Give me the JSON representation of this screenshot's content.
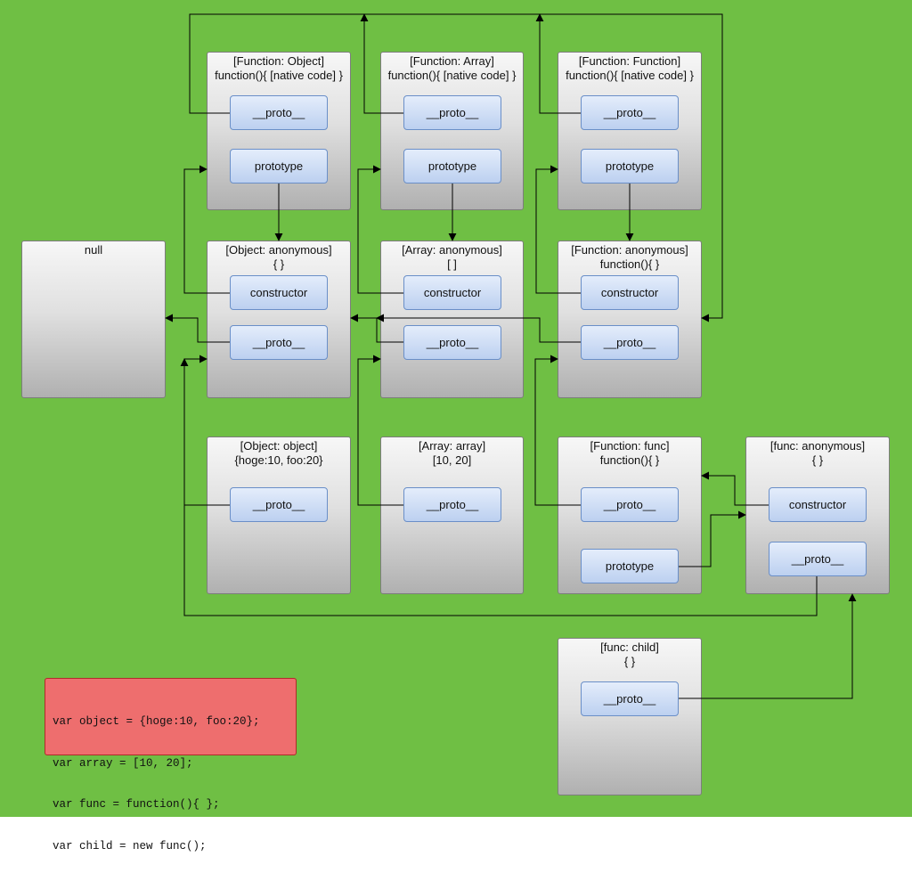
{
  "objects": {
    "func_object": {
      "line1": "[Function: Object]",
      "line2": "function(){ [native code] }",
      "proto": "__proto__",
      "prototype": "prototype"
    },
    "func_array": {
      "line1": "[Function: Array]",
      "line2": "function(){ [native code] }",
      "proto": "__proto__",
      "prototype": "prototype"
    },
    "func_function": {
      "line1": "[Function: Function]",
      "line2": "function(){ [native code] }",
      "proto": "__proto__",
      "prototype": "prototype"
    },
    "null_box": {
      "line1": "null"
    },
    "object_anon": {
      "line1": "[Object: anonymous]",
      "line2": "{ }",
      "constructor": "constructor",
      "proto": "__proto__"
    },
    "array_anon": {
      "line1": "[Array: anonymous]",
      "line2": "[ ]",
      "constructor": "constructor",
      "proto": "__proto__"
    },
    "function_anon": {
      "line1": "[Function: anonymous]",
      "line2": "function(){ }",
      "constructor": "constructor",
      "proto": "__proto__"
    },
    "object_object": {
      "line1": "[Object: object]",
      "line2": "{hoge:10, foo:20}",
      "proto": "__proto__"
    },
    "array_array": {
      "line1": "[Array: array]",
      "line2": "[10, 20]",
      "proto": "__proto__"
    },
    "function_func": {
      "line1": "[Function: func]",
      "line2": "function(){ }",
      "proto": "__proto__",
      "prototype": "prototype"
    },
    "func_anon": {
      "line1": "[func: anonymous]",
      "line2": "{ }",
      "constructor": "constructor",
      "proto": "__proto__"
    },
    "func_child": {
      "line1": "[func: child]",
      "line2": "{ }",
      "proto": "__proto__"
    }
  },
  "code": [
    "var object = {hoge:10, foo:20};",
    "var array = [10, 20];",
    "var func = function(){ };",
    "var child = new func();"
  ],
  "colors": {
    "background": "#6fbf44",
    "property_fill": "#bcd0f0",
    "code_fill": "#ee6e6e",
    "edge": "#000000"
  }
}
